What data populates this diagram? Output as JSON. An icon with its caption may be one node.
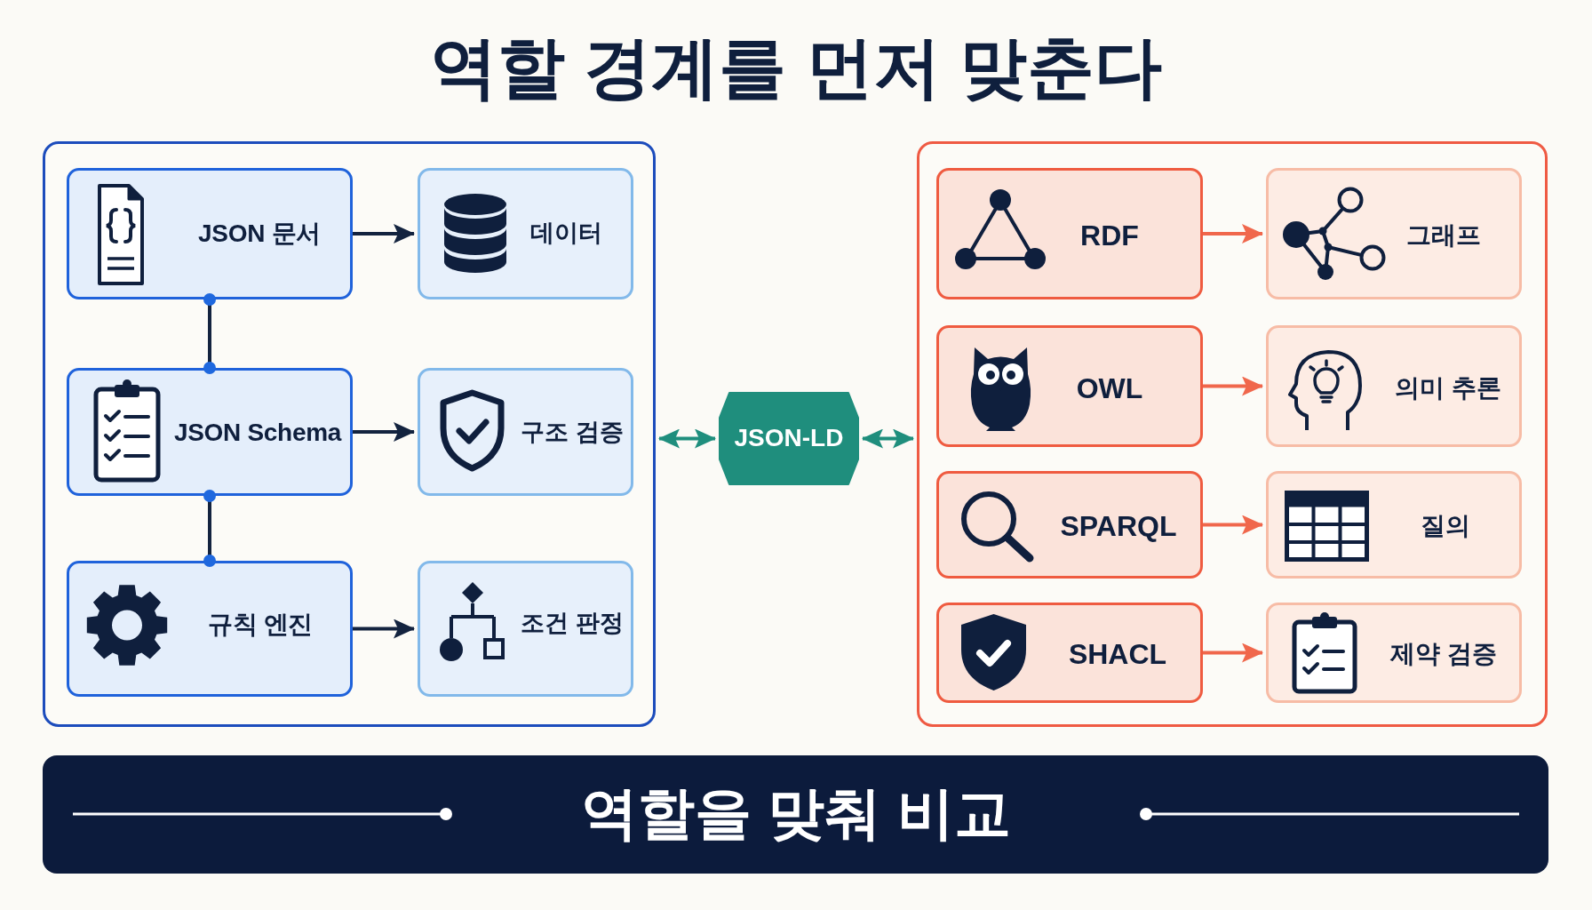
{
  "diagram": {
    "title": "역할 경계를 먼저 맞춘다",
    "nodes": [
      {
        "text": [],
        "shape": "box"
      },
      {
        "text": [
          "JSON 문서"
        ],
        "in": 0
      },
      {
        "text": [
          "데이터"
        ],
        "in": 0
      },
      {
        "text": [
          "JSON Schema"
        ],
        "in": 0
      },
      {
        "text": [
          "구조 검증"
        ],
        "in": 0
      },
      {
        "text": [
          "규칙 엔진"
        ],
        "in": 0
      },
      {
        "text": [
          "조건 판정"
        ],
        "in": 0
      },
      {
        "text": [
          "JSON-LD"
        ]
      },
      {
        "text": [],
        "shape": "box"
      },
      {
        "text": [
          "RDF"
        ],
        "in": 8
      },
      {
        "text": [
          "그래프"
        ],
        "in": 8
      },
      {
        "text": [
          "OWL"
        ],
        "in": 8
      },
      {
        "text": [
          "의미 추론"
        ],
        "in": 8
      },
      {
        "text": [
          "SPARQL"
        ],
        "in": 8
      },
      {
        "text": [
          "질의"
        ],
        "in": 8
      },
      {
        "text": [
          "SHACL"
        ],
        "in": 8
      },
      {
        "text": [
          "제약 검증"
        ],
        "in": 8
      },
      {
        "text": [
          "역할을 맞춰 비교"
        ]
      }
    ],
    "edges": [
      {
        "from": 1,
        "to": 2,
        "arrow": "to"
      },
      {
        "from": 3,
        "to": 4,
        "arrow": "to"
      },
      {
        "from": 5,
        "to": 6,
        "arrow": "to"
      },
      {
        "from": 1,
        "to": 3,
        "arrow": "other"
      },
      {
        "from": 3,
        "to": 5,
        "arrow": "other"
      },
      {
        "from": 0,
        "to": 7,
        "arrow": "both",
        "color": "#1f8e7d"
      },
      {
        "from": 7,
        "to": 8,
        "arrow": "both",
        "color": "#1f8e7d"
      },
      {
        "from": 9,
        "to": 10,
        "arrow": "to",
        "color": "#f0674c"
      },
      {
        "from": 11,
        "to": 12,
        "arrow": "to",
        "color": "#f0674c"
      },
      {
        "from": 13,
        "to": 14,
        "arrow": "to",
        "color": "#f0674c"
      },
      {
        "from": 15,
        "to": 16,
        "arrow": "to",
        "color": "#f0674c"
      }
    ]
  }
}
